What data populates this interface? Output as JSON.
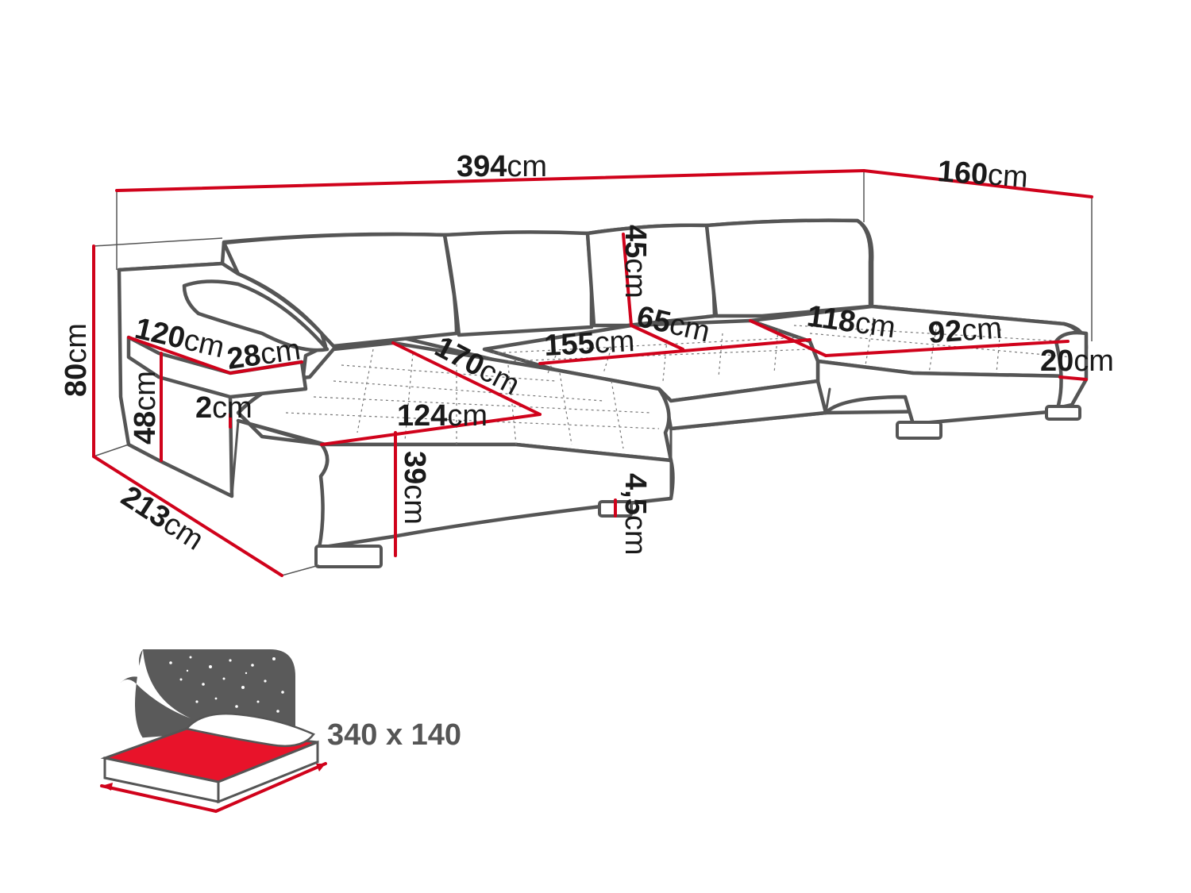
{
  "dimensions": {
    "total_width": {
      "value": "394",
      "unit": "cm"
    },
    "right_depth": {
      "value": "160",
      "unit": "cm"
    },
    "back_height": {
      "value": "80",
      "unit": "cm"
    },
    "left_depth": {
      "value": "213",
      "unit": "cm"
    },
    "armrest_depth": {
      "value": "120",
      "unit": "cm"
    },
    "armrest_width": {
      "value": "28",
      "unit": "cm"
    },
    "armrest_height": {
      "value": "48",
      "unit": "cm"
    },
    "armrest_gap": {
      "value": "2",
      "unit": "cm"
    },
    "chaise_length": {
      "value": "170",
      "unit": "cm"
    },
    "chaise_width": {
      "value": "124",
      "unit": "cm"
    },
    "seat_height": {
      "value": "39",
      "unit": "cm"
    },
    "leg_height": {
      "value": "4,5",
      "unit": "cm"
    },
    "middle_width": {
      "value": "155",
      "unit": "cm"
    },
    "middle_depth": {
      "value": "65",
      "unit": "cm"
    },
    "back_cushion": {
      "value": "45",
      "unit": "cm"
    },
    "right_chaise_length": {
      "value": "118",
      "unit": "cm"
    },
    "right_chaise_width": {
      "value": "92",
      "unit": "cm"
    },
    "right_arm": {
      "value": "20",
      "unit": "cm"
    }
  },
  "bed": {
    "label": "340 x 140"
  },
  "colors": {
    "accent": "#d0021b",
    "outline": "#555555",
    "text": "#1a1a1a"
  }
}
